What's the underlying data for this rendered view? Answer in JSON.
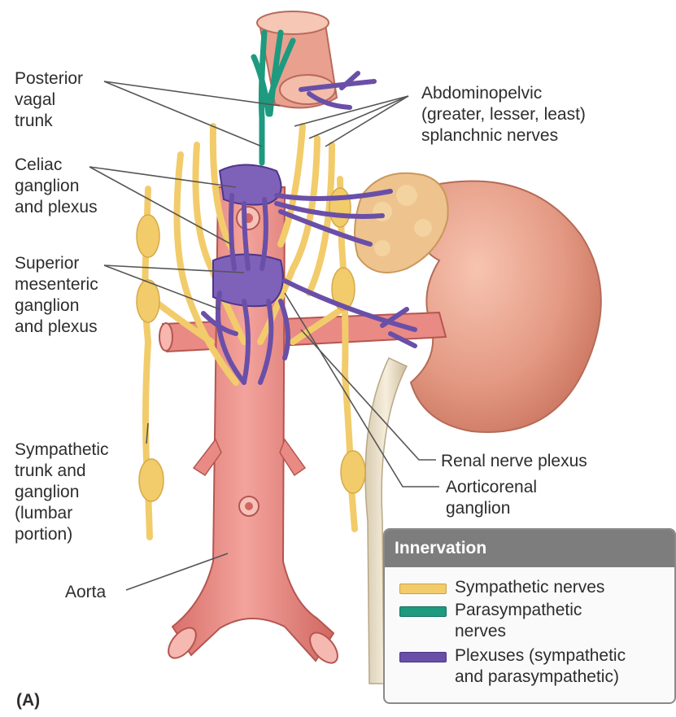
{
  "labels": {
    "posterior_vagal": [
      "Posterior",
      "vagal",
      "trunk"
    ],
    "celiac": [
      "Celiac",
      "ganglion",
      "and plexus"
    ],
    "superior_mesenteric": [
      "Superior",
      "mesenteric",
      "ganglion",
      "and plexus"
    ],
    "sympathetic_trunk": [
      "Sympathetic",
      "trunk and",
      "ganglion",
      "(lumbar",
      "portion)"
    ],
    "aorta": "Aorta",
    "abdominopelvic": [
      "Abdominopelvic",
      "(greater, lesser, least)",
      "splanchnic nerves"
    ],
    "renal": "Renal nerve plexus",
    "aorticorenal": [
      "Aorticorenal",
      "ganglion"
    ],
    "panel": "(A)"
  },
  "legend": {
    "title": "Innervation",
    "items": [
      {
        "lines": [
          "Sympathetic nerves"
        ],
        "color": "#f2cc6b"
      },
      {
        "lines": [
          "Parasympathetic",
          "nerves"
        ],
        "color": "#1d9a7f"
      },
      {
        "lines": [
          "Plexuses (sympathetic",
          "and parasympathetic)"
        ],
        "color": "#6a4fa8"
      }
    ]
  },
  "colors": {
    "aorta": "#e98a84",
    "aorta_shade": "#c55f5b",
    "kidney": "#e49a84",
    "adrenal": "#eec38d",
    "sympathetic": "#f2cc6b",
    "parasympathetic": "#1d9a7f",
    "plexus": "#6a4fa8",
    "leader": "#555555"
  }
}
